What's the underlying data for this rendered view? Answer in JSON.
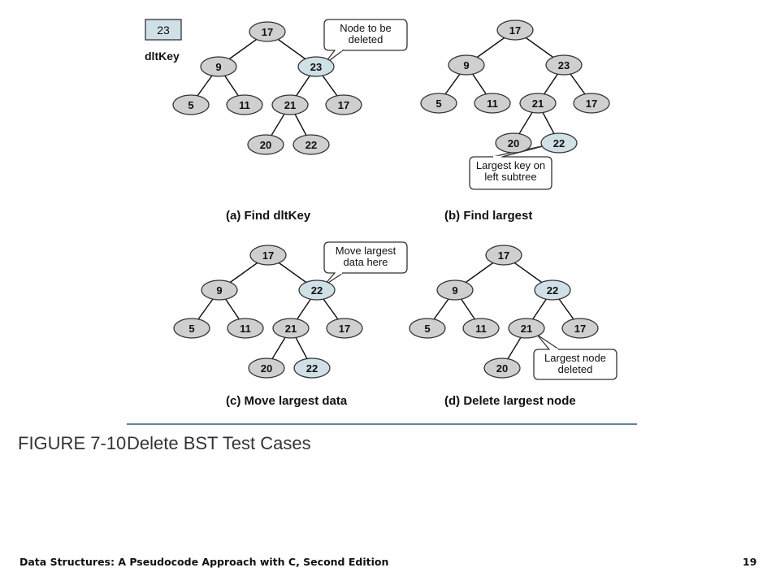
{
  "key_box": {
    "value": "23",
    "label": "dltKey"
  },
  "panels": [
    {
      "caption": "(a) Find dltKey",
      "nodes": [
        "17",
        "9",
        "23",
        "5",
        "11",
        "21",
        "17",
        "20",
        "22"
      ],
      "highlight": [
        2
      ],
      "callout": [
        "Node to be",
        "deleted"
      ]
    },
    {
      "caption": "(b) Find largest",
      "nodes": [
        "17",
        "9",
        "23",
        "5",
        "11",
        "21",
        "17",
        "20",
        "22"
      ],
      "highlight": [
        8
      ],
      "callout": [
        "Largest key on",
        "left subtree"
      ]
    },
    {
      "caption": "(c) Move largest data",
      "nodes": [
        "17",
        "9",
        "22",
        "5",
        "11",
        "21",
        "17",
        "20",
        "22"
      ],
      "highlight": [
        2,
        8
      ],
      "callout": [
        "Move largest",
        "data here"
      ]
    },
    {
      "caption": "(d) Delete largest node",
      "nodes": [
        "17",
        "9",
        "22",
        "5",
        "11",
        "21",
        "17",
        "20"
      ],
      "highlight": [
        2
      ],
      "callout": [
        "Largest node",
        "deleted"
      ]
    }
  ],
  "figure": {
    "label": "FIGURE 7-10",
    "title": "Delete BST Test Cases"
  },
  "footer": {
    "left": "Data Structures: A Pseudocode Approach with C, Second Edition",
    "page": "19"
  }
}
